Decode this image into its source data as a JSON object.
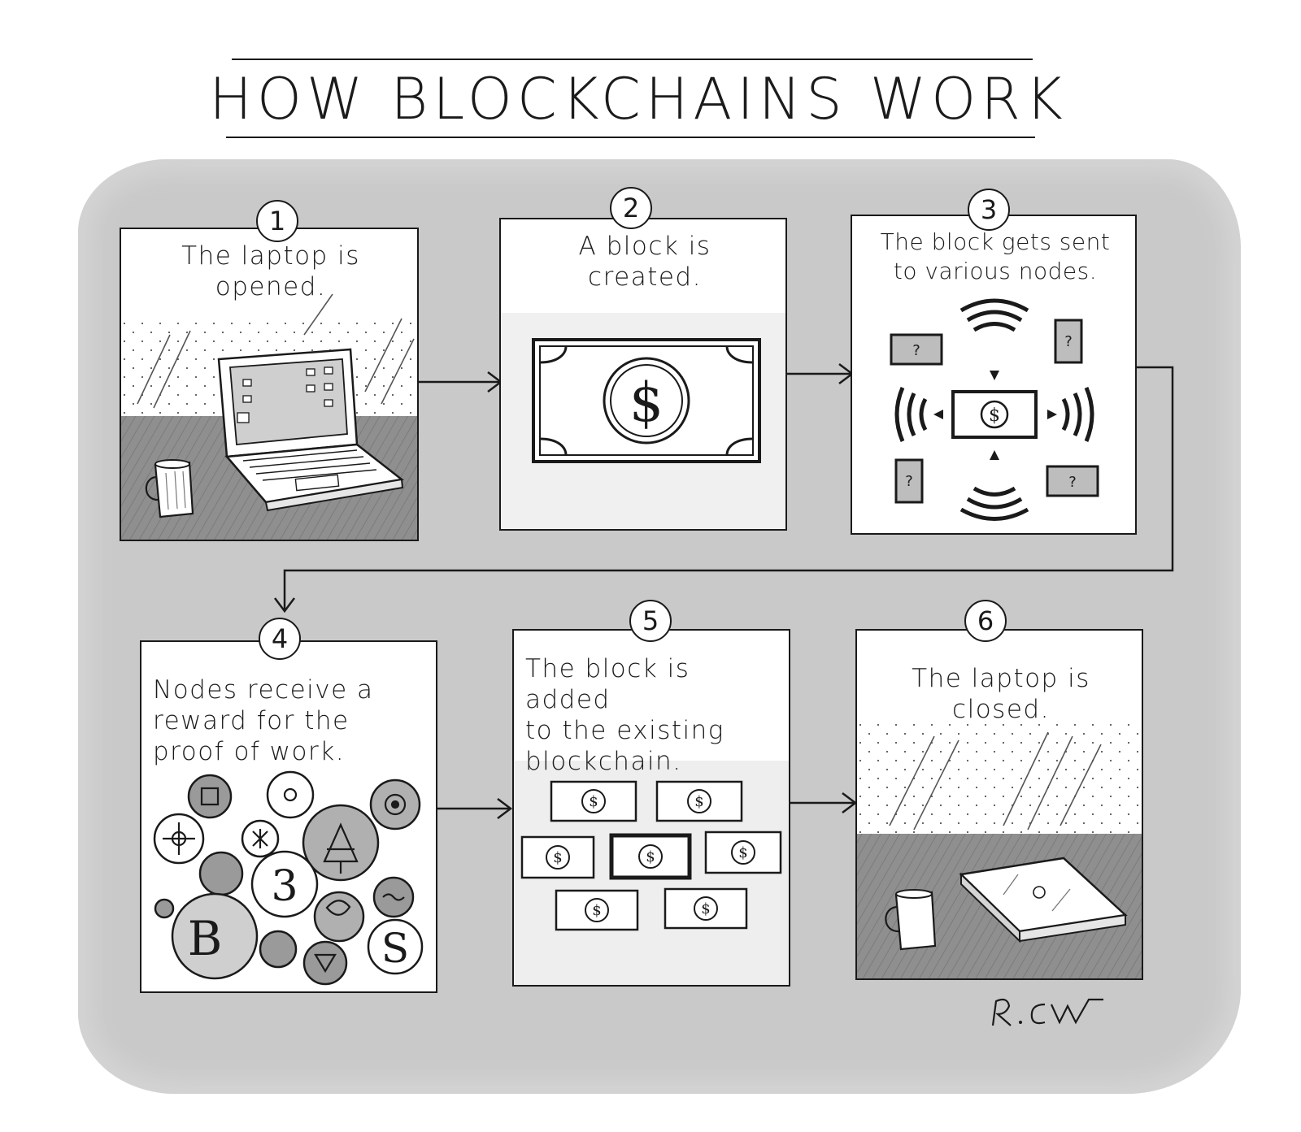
{
  "title": "HOW BLOCKCHAINS WORK",
  "steps": [
    {
      "number": "1",
      "caption": "The laptop is\nopened."
    },
    {
      "number": "2",
      "caption": "A block is\ncreated."
    },
    {
      "number": "3",
      "caption": "The block gets sent\nto various nodes."
    },
    {
      "number": "4",
      "caption": "Nodes receive a\nreward for the\nproof of work."
    },
    {
      "number": "5",
      "caption": "The block is added\nto the existing\nblockchain."
    },
    {
      "number": "6",
      "caption": "The laptop is\nclosed."
    }
  ],
  "node_label": "?",
  "coin_symbols": [
    "B",
    "3",
    "S"
  ],
  "colors": {
    "ink": "#1a1a1a",
    "wash": "#c9c9c9",
    "paper": "#ffffff",
    "dark_tone": "#8f8f8f",
    "mid_tone": "#b0b0b0"
  }
}
